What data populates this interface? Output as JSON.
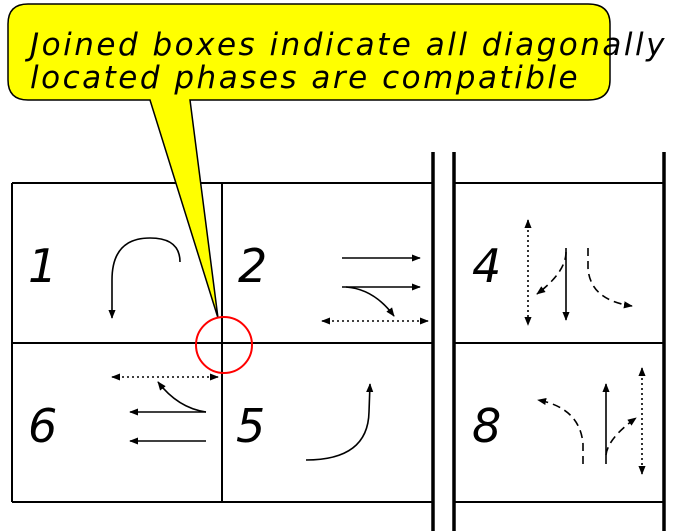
{
  "callout": {
    "line1": "Joined boxes indicate all diagonally",
    "line2": "located phases are compatible",
    "fill_color": "#ffff00",
    "highlight_color": "#ff0000"
  },
  "phases": {
    "p1": "1",
    "p2": "2",
    "p4": "4",
    "p6": "6",
    "p5": "5",
    "p8": "8"
  }
}
